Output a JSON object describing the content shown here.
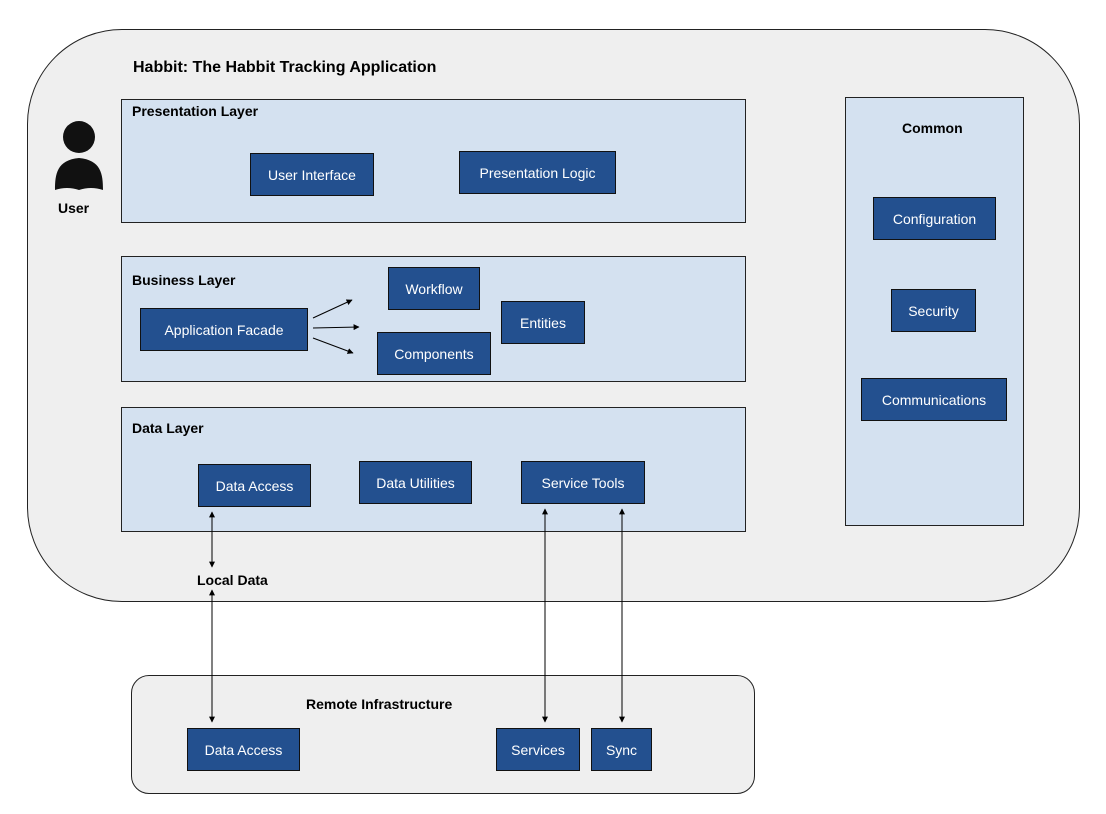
{
  "title": "Habbit: The Habbit Tracking Application",
  "user": {
    "label": "User",
    "icon": "user-icon"
  },
  "layers": {
    "presentation": {
      "label": "Presentation Layer",
      "components": [
        "User Interface",
        "Presentation Logic"
      ]
    },
    "business": {
      "label": "Business Layer",
      "components": [
        "Application Facade",
        "Workflow",
        "Components",
        "Entities"
      ]
    },
    "data": {
      "label": "Data Layer",
      "components": [
        "Data Access",
        "Data Utilities",
        "Service Tools"
      ]
    }
  },
  "common": {
    "label": "Common",
    "components": [
      "Configuration",
      "Security",
      "Communications"
    ]
  },
  "local_data": "Local Data",
  "remote": {
    "label": "Remote Infrastructure",
    "components": [
      "Data Access",
      "Services",
      "Sync"
    ]
  },
  "colors": {
    "component_fill": "#23508f",
    "layer_fill": "#d4e1f0",
    "container_fill": "#efefef"
  }
}
